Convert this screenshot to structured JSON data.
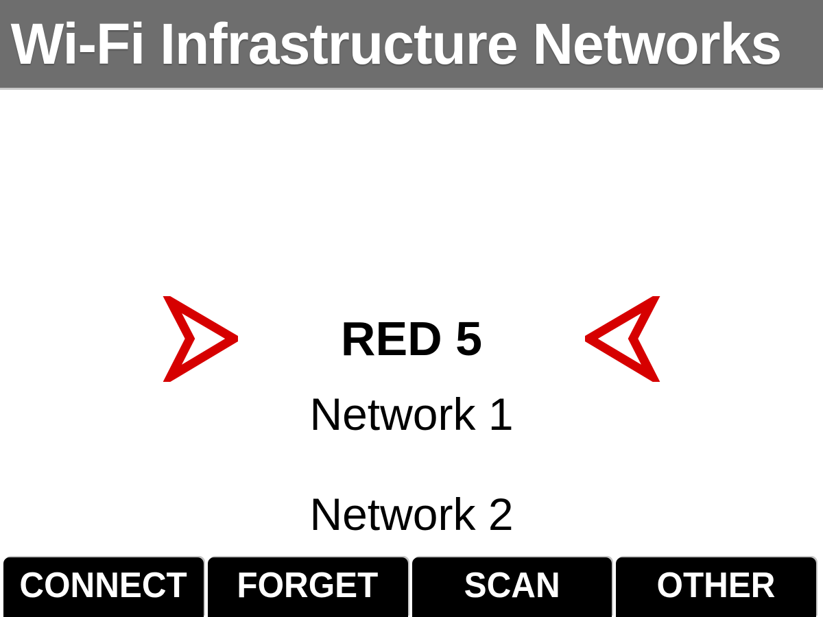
{
  "header": {
    "title": "Wi-Fi Infrastructure Networks",
    "background_color": "#6e6e6e",
    "text_color": "#ffffff"
  },
  "main": {
    "selected_network": {
      "ssid": "RED 5",
      "left_icon": "arrow-right-outline-icon",
      "right_icon": "arrow-left-outline-icon",
      "icon_color": "#d60000"
    },
    "networks": [
      {
        "label": "Network 1"
      },
      {
        "label": "Network 2"
      }
    ]
  },
  "toolbar": {
    "background_color": "#000000",
    "text_color": "#ffffff",
    "buttons": [
      {
        "label": "CONNECT"
      },
      {
        "label": "FORGET"
      },
      {
        "label": "SCAN"
      },
      {
        "label": "OTHER"
      }
    ]
  }
}
